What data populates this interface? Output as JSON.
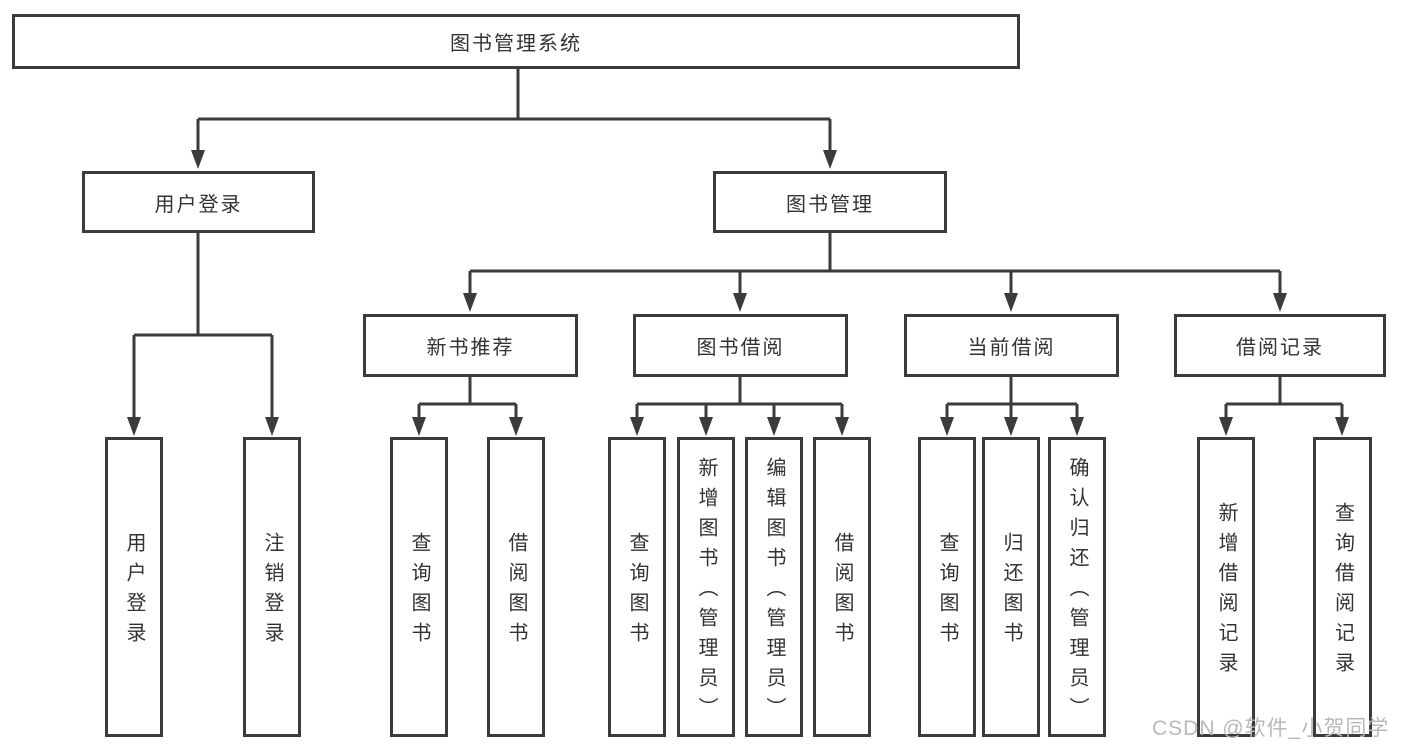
{
  "tree": {
    "root": {
      "label": "图书管理系统"
    },
    "children": [
      {
        "label": "用户登录",
        "children": [
          {
            "label": "用户登录"
          },
          {
            "label": "注销登录"
          }
        ]
      },
      {
        "label": "图书管理",
        "children": [
          {
            "label": "新书推荐",
            "children": [
              {
                "label": "查询图书"
              },
              {
                "label": "借阅图书"
              }
            ]
          },
          {
            "label": "图书借阅",
            "children": [
              {
                "label": "查询图书"
              },
              {
                "label": "新增图书（管理员）"
              },
              {
                "label": "编辑图书（管理员）"
              },
              {
                "label": "借阅图书"
              }
            ]
          },
          {
            "label": "当前借阅",
            "children": [
              {
                "label": "查询图书"
              },
              {
                "label": "归还图书"
              },
              {
                "label": "确认归还（管理员）"
              }
            ]
          },
          {
            "label": "借阅记录",
            "children": [
              {
                "label": "新增借阅记录"
              },
              {
                "label": "查询借阅记录"
              }
            ]
          }
        ]
      }
    ]
  },
  "watermark": "CSDN @软件_小贺同学",
  "colors": {
    "line": "#3b3b3b",
    "text": "#333333",
    "box_background": "#ffffff",
    "watermark": "#b9b9b9"
  }
}
